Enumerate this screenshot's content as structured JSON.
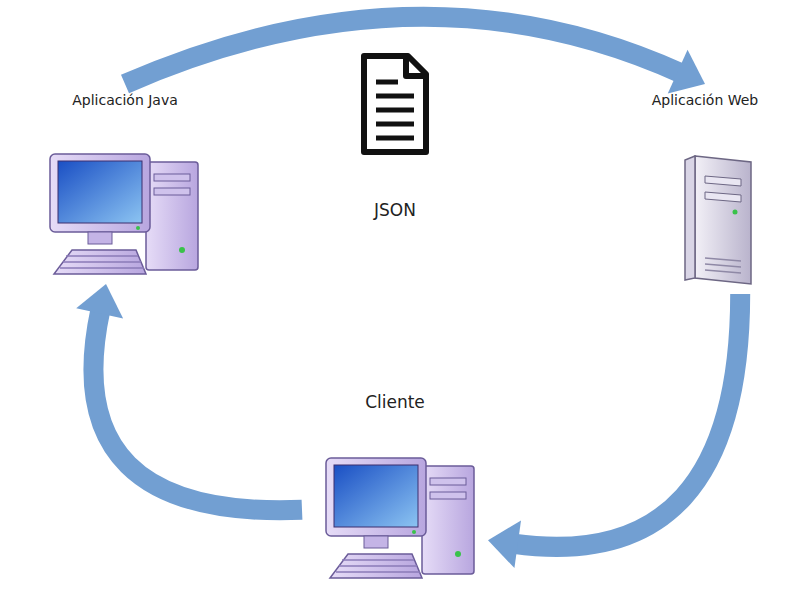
{
  "diagram": {
    "nodes": [
      {
        "text": [
          "Aplicación Java"
        ]
      },
      {
        "text": [
          "Aplicación Web"
        ]
      },
      {
        "text": [
          "Cliente"
        ]
      }
    ],
    "edges": [
      {
        "from": 0,
        "to": 1,
        "arrow": "to"
      },
      {
        "from": 1,
        "to": 2,
        "arrow": "to"
      },
      {
        "from": 2,
        "to": 0,
        "arrow": "to"
      }
    ],
    "labels": [
      "JSON"
    ]
  }
}
